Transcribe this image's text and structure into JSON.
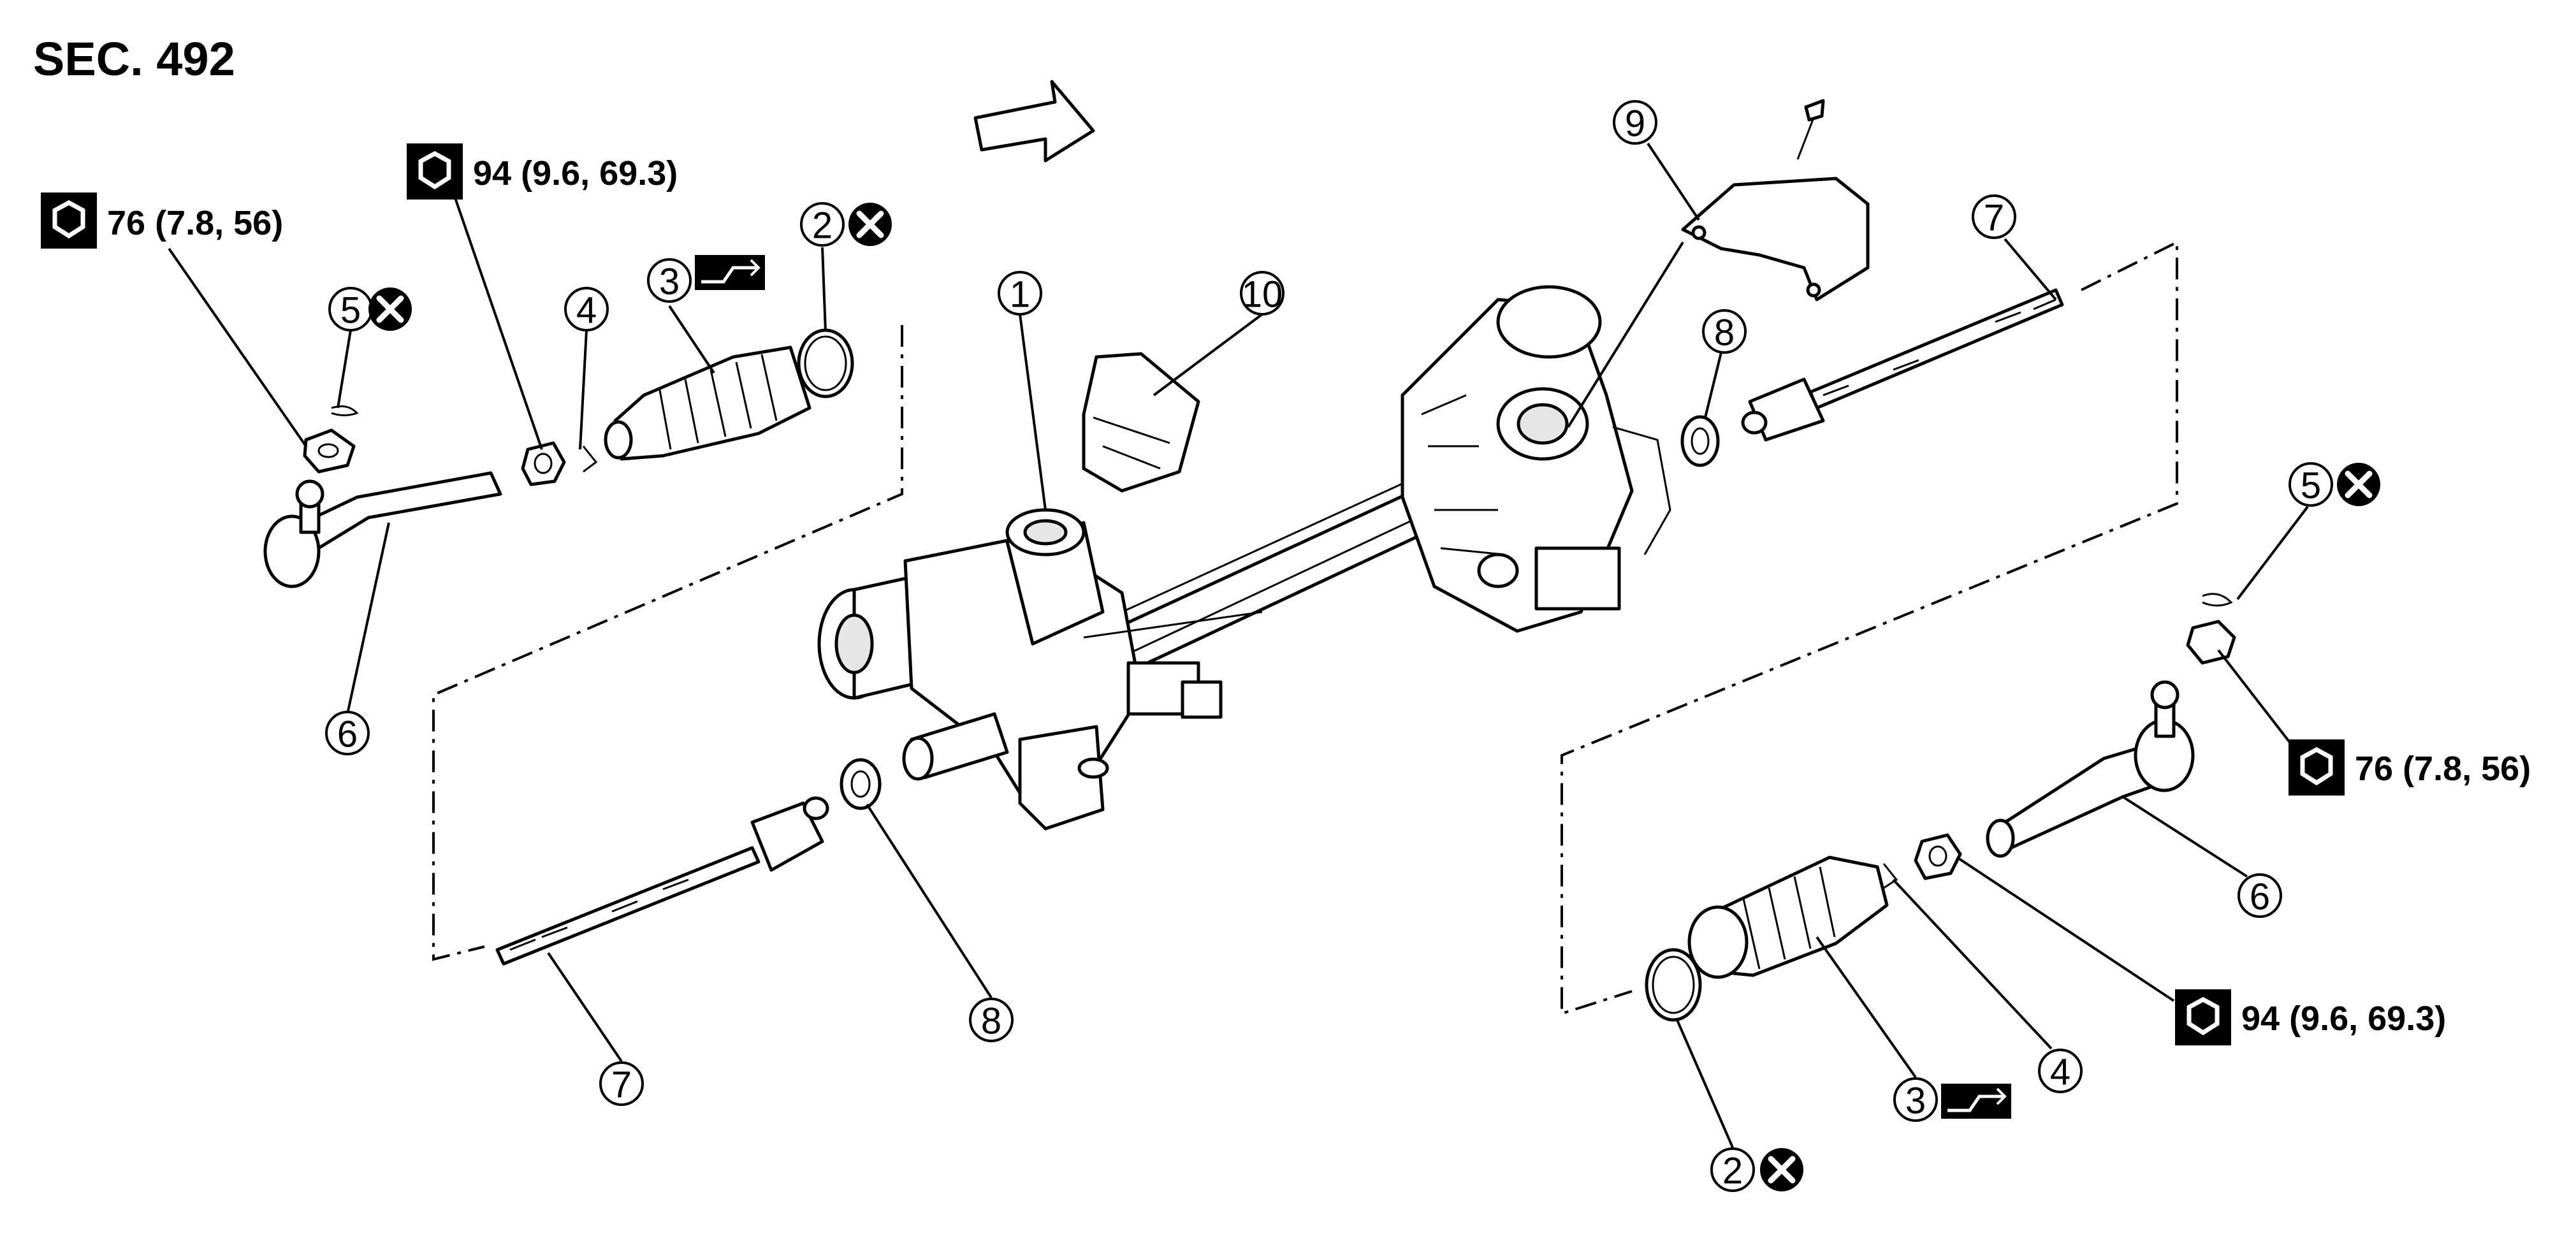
{
  "section_label": "SEC. 492",
  "icons": {
    "torque": "torque-wrench-icon",
    "do_not_reuse": "do-not-reuse-icon",
    "grease": "grease-apply-icon",
    "direction": "front-direction-arrow-icon"
  },
  "torque_specs": {
    "inner_nut": "94 (9.6, 69.3)",
    "outer_nut": "76 (7.8, 56)"
  },
  "callouts": {
    "c1": "1",
    "c2": "2",
    "c3": "3",
    "c4": "4",
    "c5": "5",
    "c6": "6",
    "c7": "7",
    "c8": "8",
    "c9": "9",
    "c10": "10"
  }
}
